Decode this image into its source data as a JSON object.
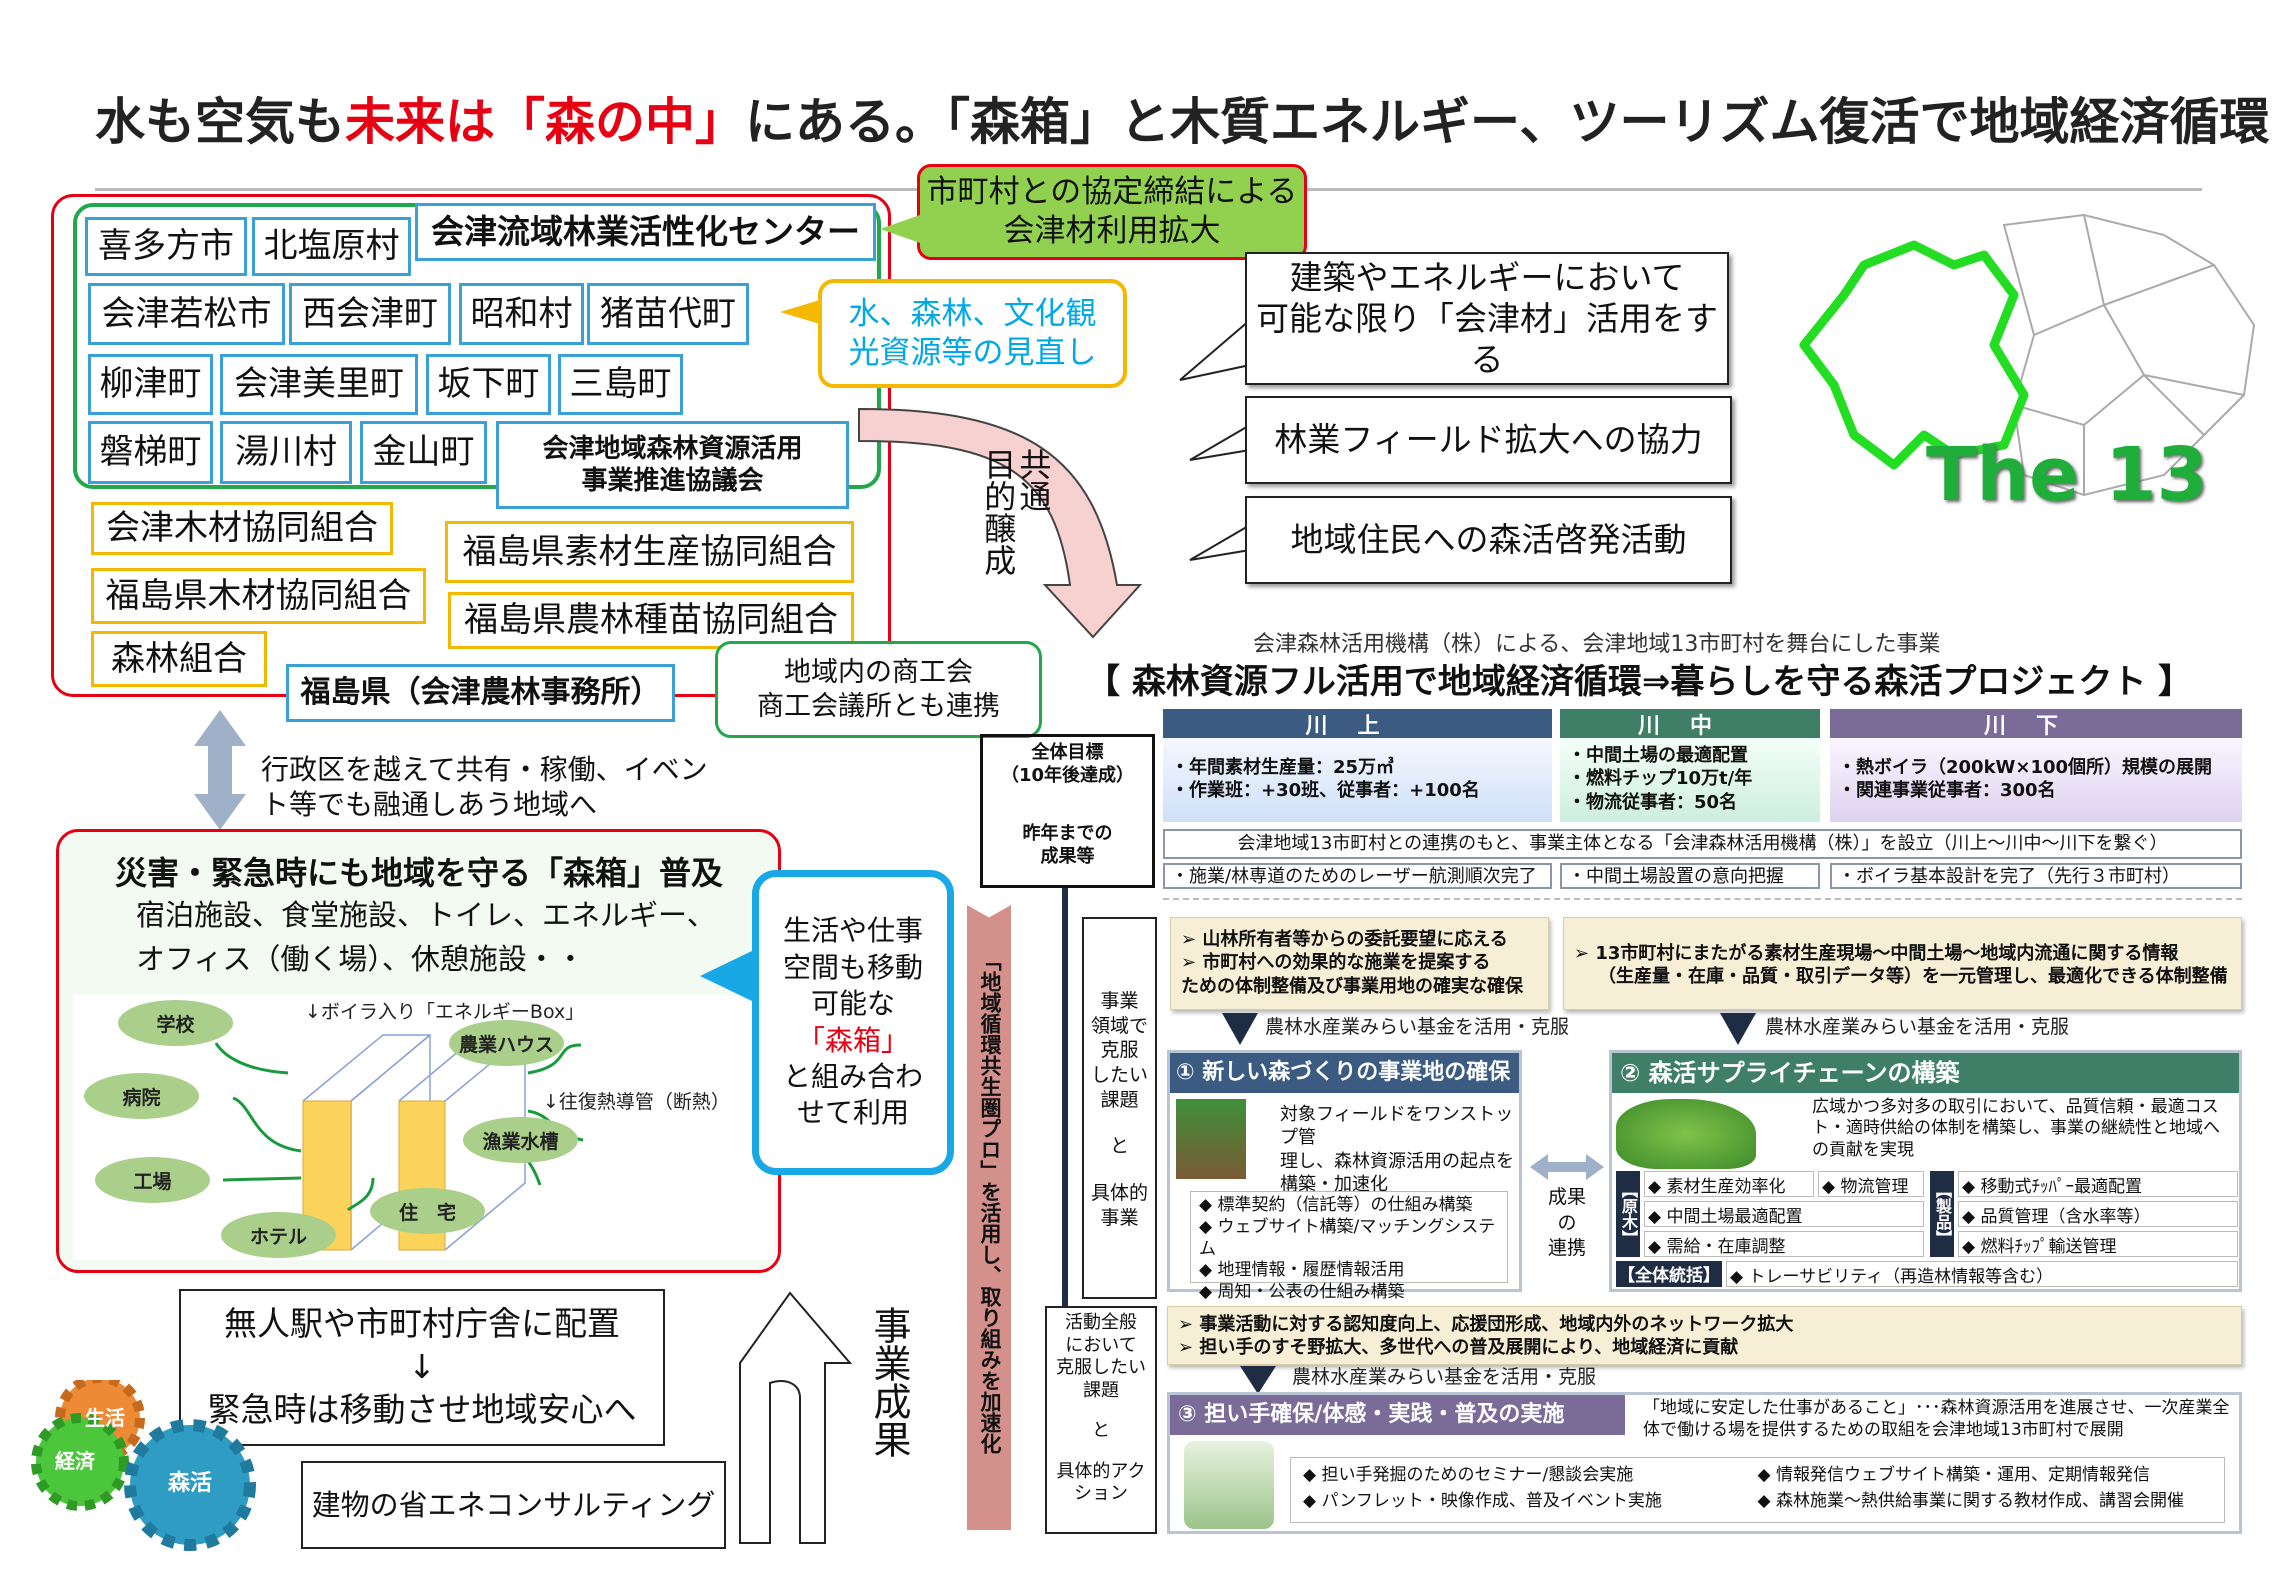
{
  "title": {
    "part1": "水も空気も",
    "part2": "未来は「森の中」",
    "part3": "にある。「森箱」と木質エネルギー、ツーリズム復活で地域経済循環"
  },
  "org": {
    "municipalities": [
      "喜多方市",
      "北塩原村",
      "会津若松市",
      "西会津町",
      "昭和村",
      "猪苗代町",
      "柳津町",
      "会津美里町",
      "坂下町",
      "三島町",
      "磐梯町",
      "湯川村",
      "金山町"
    ],
    "center": "会津流域林業活性化センター",
    "council": [
      "会津地域森林資源活用",
      "事業推進協議会"
    ],
    "unions": [
      "会津木材協同組合",
      "福島県木材協同組合",
      "森林組合",
      "福島県素材生産協同組合",
      "福島県農林種苗協同組合"
    ],
    "prefecture": "福島県（会津農林事務所）"
  },
  "callouts": {
    "agreement": [
      "市町村との協定締結による",
      "会津材利用拡大"
    ],
    "review": [
      "水、森林、文化観",
      "光資源等の見直し"
    ],
    "use": [
      "建築やエネルギーにおいて",
      "可能な限り「会津材」活用をする"
    ],
    "field": "林業フィールド拡大への協力",
    "residents": "地域住民への森活啓発活動",
    "commerce": [
      "地域内の商工会",
      "商工会議所とも連携"
    ],
    "common": [
      "共通",
      "目的醸成"
    ]
  },
  "map": {
    "label": "The 13"
  },
  "share_text": [
    "行政区を越えて共有・稼働、イベン",
    "ト等でも融通しあう地域へ"
  ],
  "moribako": {
    "title": "災害・緊急時にも地域を守る「森箱」普及",
    "lines": [
      "宿泊施設、食堂施設、トイレ、エネルギー、",
      "オフィス（働く場）、休憩施設・・"
    ],
    "diagram": {
      "box_label": "↓ボイラ入り「エネルギーBox」",
      "pipe_label": "↓往復熱導管（断熱）",
      "nodes": [
        "学校",
        "病院",
        "工場",
        "ホテル",
        "住　宅",
        "漁業水槽",
        "農業ハウス"
      ]
    },
    "bubble": [
      "生活や仕事",
      "空間も移動",
      "可能な",
      "「森箱」",
      "と組み合わ",
      "せて利用"
    ]
  },
  "deploy": [
    "無人駅や市町村庁舎に配置",
    "↓",
    "緊急時は移動させ地域安心へ"
  ],
  "consult": "建物の省エネコンサルティング",
  "result_label": "事業成果",
  "gears": [
    "生活",
    "経済",
    "森活"
  ],
  "project": {
    "subtitle": "会津森林活用機構（株）による、会津地域13市町村を舞台にした事業",
    "heading": "【 森林資源フル活用で地域経済循環⇒暮らしを守る森活プロジェクト 】",
    "goal_label": [
      "全体目標",
      "（10年後達成）"
    ],
    "past_label": [
      "昨年までの",
      "成果等"
    ],
    "columns": [
      {
        "name": "川上",
        "goals": [
          "・年間素材生産量：25万㎥",
          "・作業班：+30班、従事者：+100名"
        ],
        "past": "・施業/林専道のためのレーザー航測順次完了",
        "color": "#3c5b82"
      },
      {
        "name": "川中",
        "goals": [
          "・中間土場の最適配置",
          "・燃料チップ10万t/年",
          "・物流従事者：50名"
        ],
        "past": "・中間土場設置の意向把握",
        "color": "#3f7f68"
      },
      {
        "name": "川下",
        "goals": [
          "・熱ボイラ（200kW×100個所）規模の展開",
          "・関連事業従事者：300名"
        ],
        "past": "・ボイラ基本設計を完了（先行３市町村）",
        "color": "#7b6b98"
      }
    ],
    "band": "会津地域13市町村との連携のもと、事業主体となる「会津森林活用機構（株）」を設立（川上〜川中〜川下を繋ぐ）",
    "side_bar": "「地域循環共生圏プロ」を活用し、取り組みを加速化",
    "issue_label": [
      "事業",
      "領域で",
      "克服",
      "したい",
      "課題",
      "と",
      "具体的",
      "事業"
    ],
    "activity_label": [
      "活動全般",
      "において",
      "克服したい",
      "課題",
      "と",
      "具体的アク",
      "ション"
    ],
    "needs1": [
      "➢ 山林所有者等からの委託要望に応える",
      "➢ 市町村への効果的な施業を提案する",
      "ための体制整備及び事業用地の確実な確保"
    ],
    "needs2": [
      "➢ 13市町村にまたがる素材生産現場〜中間土場〜地域内流通に関する情報",
      "（生産量・在庫・品質・取引データ等）を一元管理し、最適化できる体制整備"
    ],
    "fund_label": "農林水産業みらい基金を活用・克服",
    "s1": {
      "title": "① 新しい森づくりの事業地の確保",
      "desc": [
        "対象フィールドをワンストップ管",
        "理し、森林資源活用の起点を",
        "構築・加速化"
      ],
      "items": [
        "◆ 標準契約（信託等）の仕組み構築",
        "◆ ウェブサイト構築/マッチングシステム",
        "◆ 地理情報・履歴情報活用",
        "◆ 周知・公表の仕組み構築"
      ]
    },
    "link_label": [
      "成果",
      "の",
      "連携"
    ],
    "s2": {
      "title": "② 森活サプライチェーンの構築",
      "desc": [
        "広域かつ多対多の取引において、品質信頼・最適コス",
        "ト・適時供給の体制を構築し、事業の継続性と地域へ",
        "の貢献を実現"
      ],
      "raw_label": "【原木】",
      "raw": [
        "◆ 素材生産効率化",
        "◆ 物流管理",
        "◆ 中間土場最適配置",
        "◆ 需給・在庫調整"
      ],
      "prod_label": "【製品】",
      "prod": [
        "◆ 移動式ﾁｯﾊﾟｰ最適配置",
        "◆ 品質管理（含水率等）",
        "◆ 燃料ﾁｯﾌﾟ輸送管理"
      ],
      "all_label": "【全体統括】",
      "all": "◆ トレーサビリティ（再造林情報等含む）"
    },
    "needs3": [
      "➢ 事業活動に対する認知度向上、応援団形成、地域内外のネットワーク拡大",
      "➢ 担い手のすそ野拡大、多世代への普及展開により、地域経済に貢献"
    ],
    "s3": {
      "title": "③ 担い手確保/体感・実践・普及の実施",
      "desc": [
        "「地域に安定した仕事があること」･･･森林資源活用を進展させ、一次産業全",
        "体で働ける場を提供するための取組を会津地域13市町村で展開"
      ],
      "items": [
        "◆ 担い手発掘のためのセミナー/懇談会実施",
        "◆ パンフレット・映像作成、普及イベント実施",
        "◆ 情報発信ウェブサイト構築・運用、定期情報発信",
        "◆ 森林施業〜熱供給事業に関する教材作成、講習会開催"
      ]
    }
  }
}
